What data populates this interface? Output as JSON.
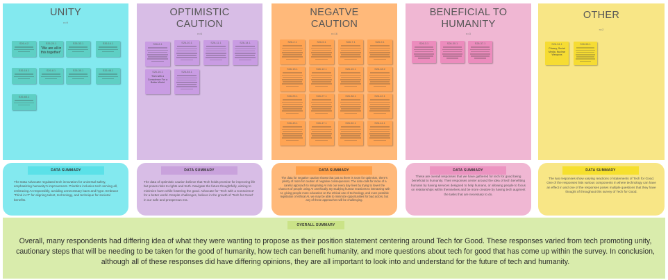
{
  "columns": [
    {
      "title_lines": [
        "UNITY"
      ],
      "count": "n=9",
      "bg": "#83e9ef",
      "note_color": "#5ecfc4",
      "notes": [
        {
          "id": "S26-4.2",
          "text": ""
        },
        {
          "id": "S26-20.1",
          "text": "\"We are all in this together\""
        },
        {
          "id": "S26-33.1",
          "text": ""
        },
        {
          "id": "S26-14.1",
          "text": ""
        },
        {
          "id": "S26-18.1",
          "text": ""
        },
        {
          "id": "S26-8.1",
          "text": ""
        },
        {
          "id": "S26-35.1",
          "text": ""
        },
        {
          "id": "S26-48.1",
          "text": ""
        },
        {
          "id": "S26-65.1",
          "text": ""
        }
      ]
    },
    {
      "title_lines": [
        "OPTIMISTIC",
        "CAUTION"
      ],
      "count": "n=6",
      "bg": "#d8bde6",
      "note_color": "#c99ce3",
      "notes": [
        {
          "id": "S26-6.1",
          "text": ""
        },
        {
          "id": "S26-10.1",
          "text": ""
        },
        {
          "id": "S26-11.1",
          "text": ""
        },
        {
          "id": "S26-14.1",
          "text": ""
        },
        {
          "id": "S26-16.1",
          "text": "Tech with a Conscience For a Better World"
        },
        {
          "id": "S26-54.1",
          "text": ""
        }
      ]
    },
    {
      "title_lines": [
        "NEGATVE",
        "CAUTION"
      ],
      "count": "n=16",
      "bg": "#ffb97a",
      "note_color": "#ffa453",
      "notes": [
        {
          "id": "S26-2.1",
          "text": ""
        },
        {
          "id": "S26-5.1",
          "text": ""
        },
        {
          "id": "S26-7.1",
          "text": ""
        },
        {
          "id": "S26-9.1",
          "text": ""
        },
        {
          "id": "S26-13.1",
          "text": ""
        },
        {
          "id": "S26-12.1",
          "text": ""
        },
        {
          "id": "S26-15.1",
          "text": ""
        },
        {
          "id": "S26-18.2",
          "text": ""
        },
        {
          "id": "S26-25.1",
          "text": ""
        },
        {
          "id": "S26-27.1",
          "text": ""
        },
        {
          "id": "S26-38.1",
          "text": ""
        },
        {
          "id": "S26-42.1",
          "text": ""
        },
        {
          "id": "S26-43.1",
          "text": ""
        },
        {
          "id": "S26-47.1",
          "text": ""
        },
        {
          "id": "S26-50.1",
          "text": ""
        },
        {
          "id": "S26-44.1",
          "text": ""
        }
      ]
    },
    {
      "title_lines": [
        "BENEFICIAL TO",
        "HUMANITY"
      ],
      "count": "n=3",
      "bg": "#f0b7d3",
      "note_color": "#ec8cbd",
      "notes": [
        {
          "id": "S26-3.1",
          "text": ""
        },
        {
          "id": "S26-30.1",
          "text": ""
        },
        {
          "id": "S26-37.1",
          "text": ""
        }
      ]
    },
    {
      "title_lines": [
        "OTHER"
      ],
      "count": "n=2",
      "bg": "#f8e686",
      "note_color": "#f6dc33",
      "notes": [
        {
          "id": "S26-34.1",
          "text": "Privacy, Social Media, Nuclear Weapons"
        },
        {
          "id": "S26-58.1",
          "text": ""
        }
      ]
    }
  ],
  "summaries": [
    {
      "label": "DATA SUMMARY",
      "bg": "#83e9ef",
      "label_bg": "#5be1e8",
      "text": "The Data Advocate regulated tech innovation for universal safety, emphasizing humanity's improvement. Prioritize inclusive tech serving all, embracing AI responsibly, avoiding unnecessary bans and hype. Embrace 'Think in IT' for aligning talent, technology, and technique for societal benefits."
    },
    {
      "label": "DATA SUMMARY",
      "bg": "#d8bde6",
      "label_bg": "#c9a2dc",
      "text": "The data of optimistic caution believe that Tech holds promise for improving life but poses risks to rights and truth. Navigate the future thoughtfully, aiming to minimize harm while fostering the good. Advocate for 'Tech with a Conscience' for a better world. Despite challenges, believe in the growth of 'Tech for Good' in our safe and prosperous era."
    },
    {
      "label": "DATA SUMMARY",
      "bg": "#ffb97a",
      "label_bg": "#ffa04a",
      "text": "The data for negative caution shows that just as there is room for optimism, there's plenty of room for caution of negative consequences. The data calls for more of a careful approach to integrating AI into our every day lives by trying to lower the chances of people using AI unethically. By studying human reactions to interacting with AI, giving people more education on the ethical use of technology, and even possible legislation of ethical AI, we may be able to minimize opportunities for bad actors, but any of these approaches will be challenging."
    },
    {
      "label": "DATA SUMMARY",
      "bg": "#f0b7d3",
      "label_bg": "#ec94c1",
      "text": "These are overall responses that we have gathered for tech for good being beneficial to humanity. Their responses center around the idea of tech benefiting humans by having services designed to help humans, or allowing people to focus on relationships within themselves and be more creative by having tech augment the tasks that are necessary to do."
    },
    {
      "label": "DATA SUMMARY",
      "bg": "#f8e686",
      "label_bg": "#f6e02e",
      "text": "The two responses show varying reactions of statements of Tech for Good. One of the responses lists various components in where technology can have an effect in and one of the responses poses multiple questions that they have thought of throughout this survey of Tech for Good."
    }
  ],
  "overall": {
    "label": "OVERALL SUMMARY",
    "text": "Overall, many respondents had differing idea of what they were wanting to propose as their position statement centering around Tech for Good. These responses varied from tech promoting unity, cautionary steps that will be needing to be taken for the good of humanity, how tech can benefit humanity, and more questions about tech for good that has come up within the survey. In conclusion, although all of these responses did have differing opinions, they are all important to look into and understand for the future of tech and humanity."
  }
}
